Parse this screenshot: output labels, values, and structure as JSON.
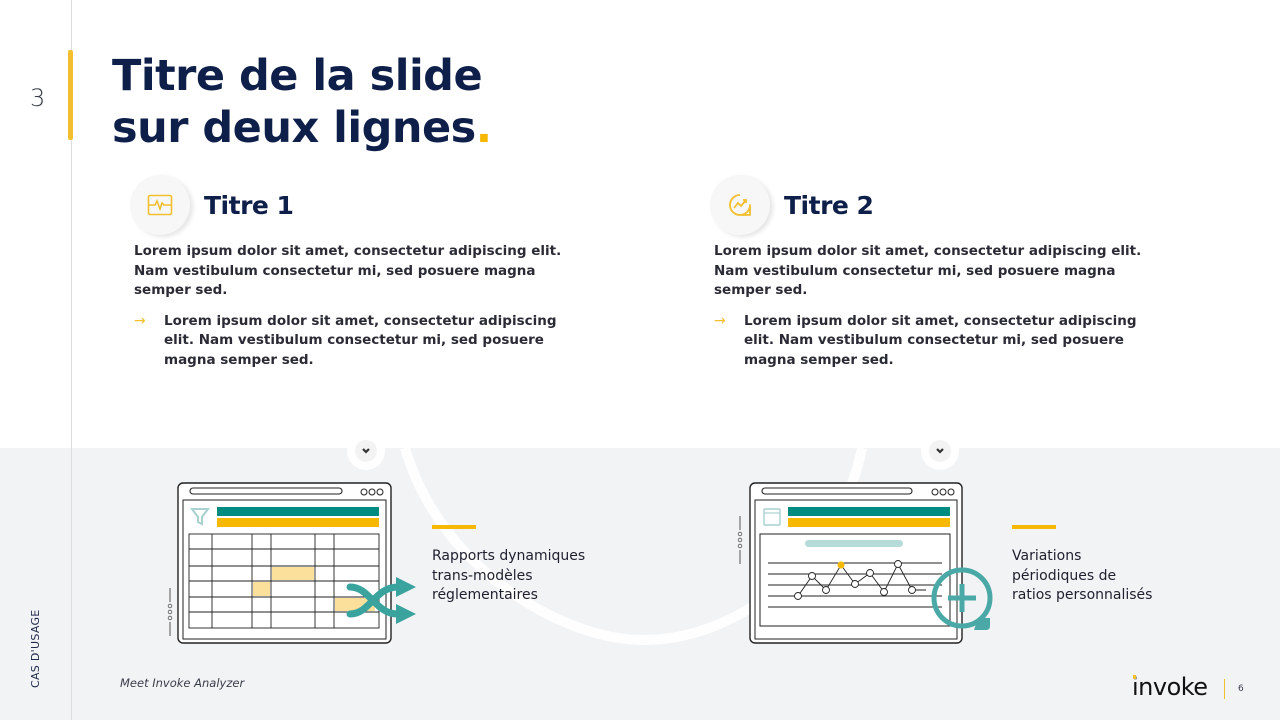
{
  "slide": {
    "section_number": "3",
    "title_line1": "Titre de la slide",
    "title_line2": "sur deux lignes",
    "title_dot": ".",
    "page_number": "6",
    "side_label": "CAS D'USAGE",
    "footer_note": "Meet Invoke Analyzer",
    "logo_text": "invoke"
  },
  "columns": [
    {
      "icon": "pulse-monitor-icon",
      "title": "Titre 1",
      "body": "Lorem ipsum dolor sit amet, consectetur adipiscing elit. Nam vestibulum consectetur mi, sed posuere magna semper sed.",
      "bullet_icon": "arrow-right-icon",
      "bullet_arrow": "→",
      "bullet": "Lorem ipsum dolor sit amet, consectetur adipiscing elit. Nam vestibulum consectetur mi, sed posuere magna semper sed."
    },
    {
      "icon": "trend-chart-bubble-icon",
      "title": "Titre 2",
      "body": "Lorem ipsum dolor sit amet, consectetur adipiscing elit. Nam vestibulum consectetur mi, sed posuere magna semper sed.",
      "bullet_icon": "arrow-right-icon",
      "bullet_arrow": "→",
      "bullet": "Lorem ipsum dolor sit amet, consectetur adipiscing elit. Nam vestibulum consectetur mi, sed posuere magna semper sed."
    }
  ],
  "features": [
    {
      "illustration": "spreadsheet-shuffle-illustration",
      "label_line1": "Rapports dynamiques",
      "label_line2": "trans-modèles",
      "label_line3": "réglementaires"
    },
    {
      "illustration": "line-chart-zoom-illustration",
      "label_line1": "Variations",
      "label_line2": "périodiques de",
      "label_line3": "ratios personnalisés"
    }
  ],
  "colors": {
    "navy": "#0e1f4a",
    "yellow": "#f6b800",
    "teal": "#008b80",
    "teal_light": "#4aa9a6",
    "band_gray": "#f2f3f5"
  }
}
